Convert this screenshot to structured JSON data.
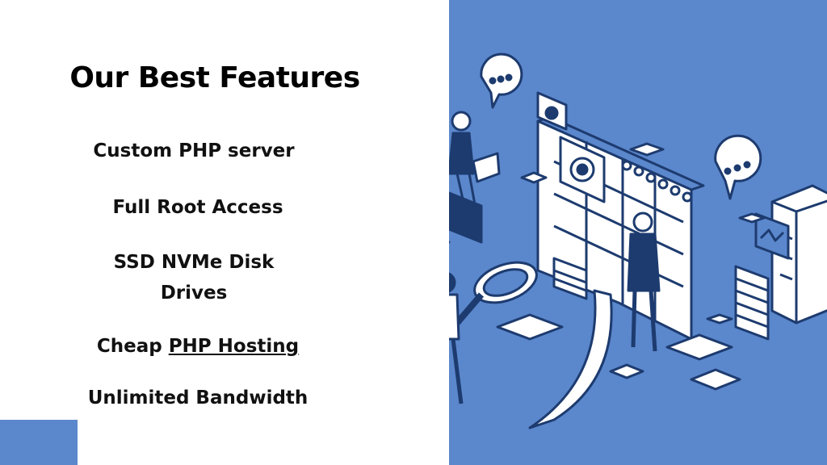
{
  "slide": {
    "title": "Our Best Features",
    "features": [
      "Custom PHP server",
      "Full Root Access",
      "SSD NVMe Disk",
      "Drives",
      "Cheap",
      "PHP Hosting",
      "Unlimited Bandwidth"
    ]
  },
  "colors": {
    "accent": "#5b87cc",
    "dark": "#1d3b6f",
    "text": "#111111"
  },
  "illustration": {
    "icons": [
      "chat-bubble-icon",
      "gear-icon",
      "magnifier-icon",
      "server-icon",
      "calendar-icon"
    ]
  }
}
